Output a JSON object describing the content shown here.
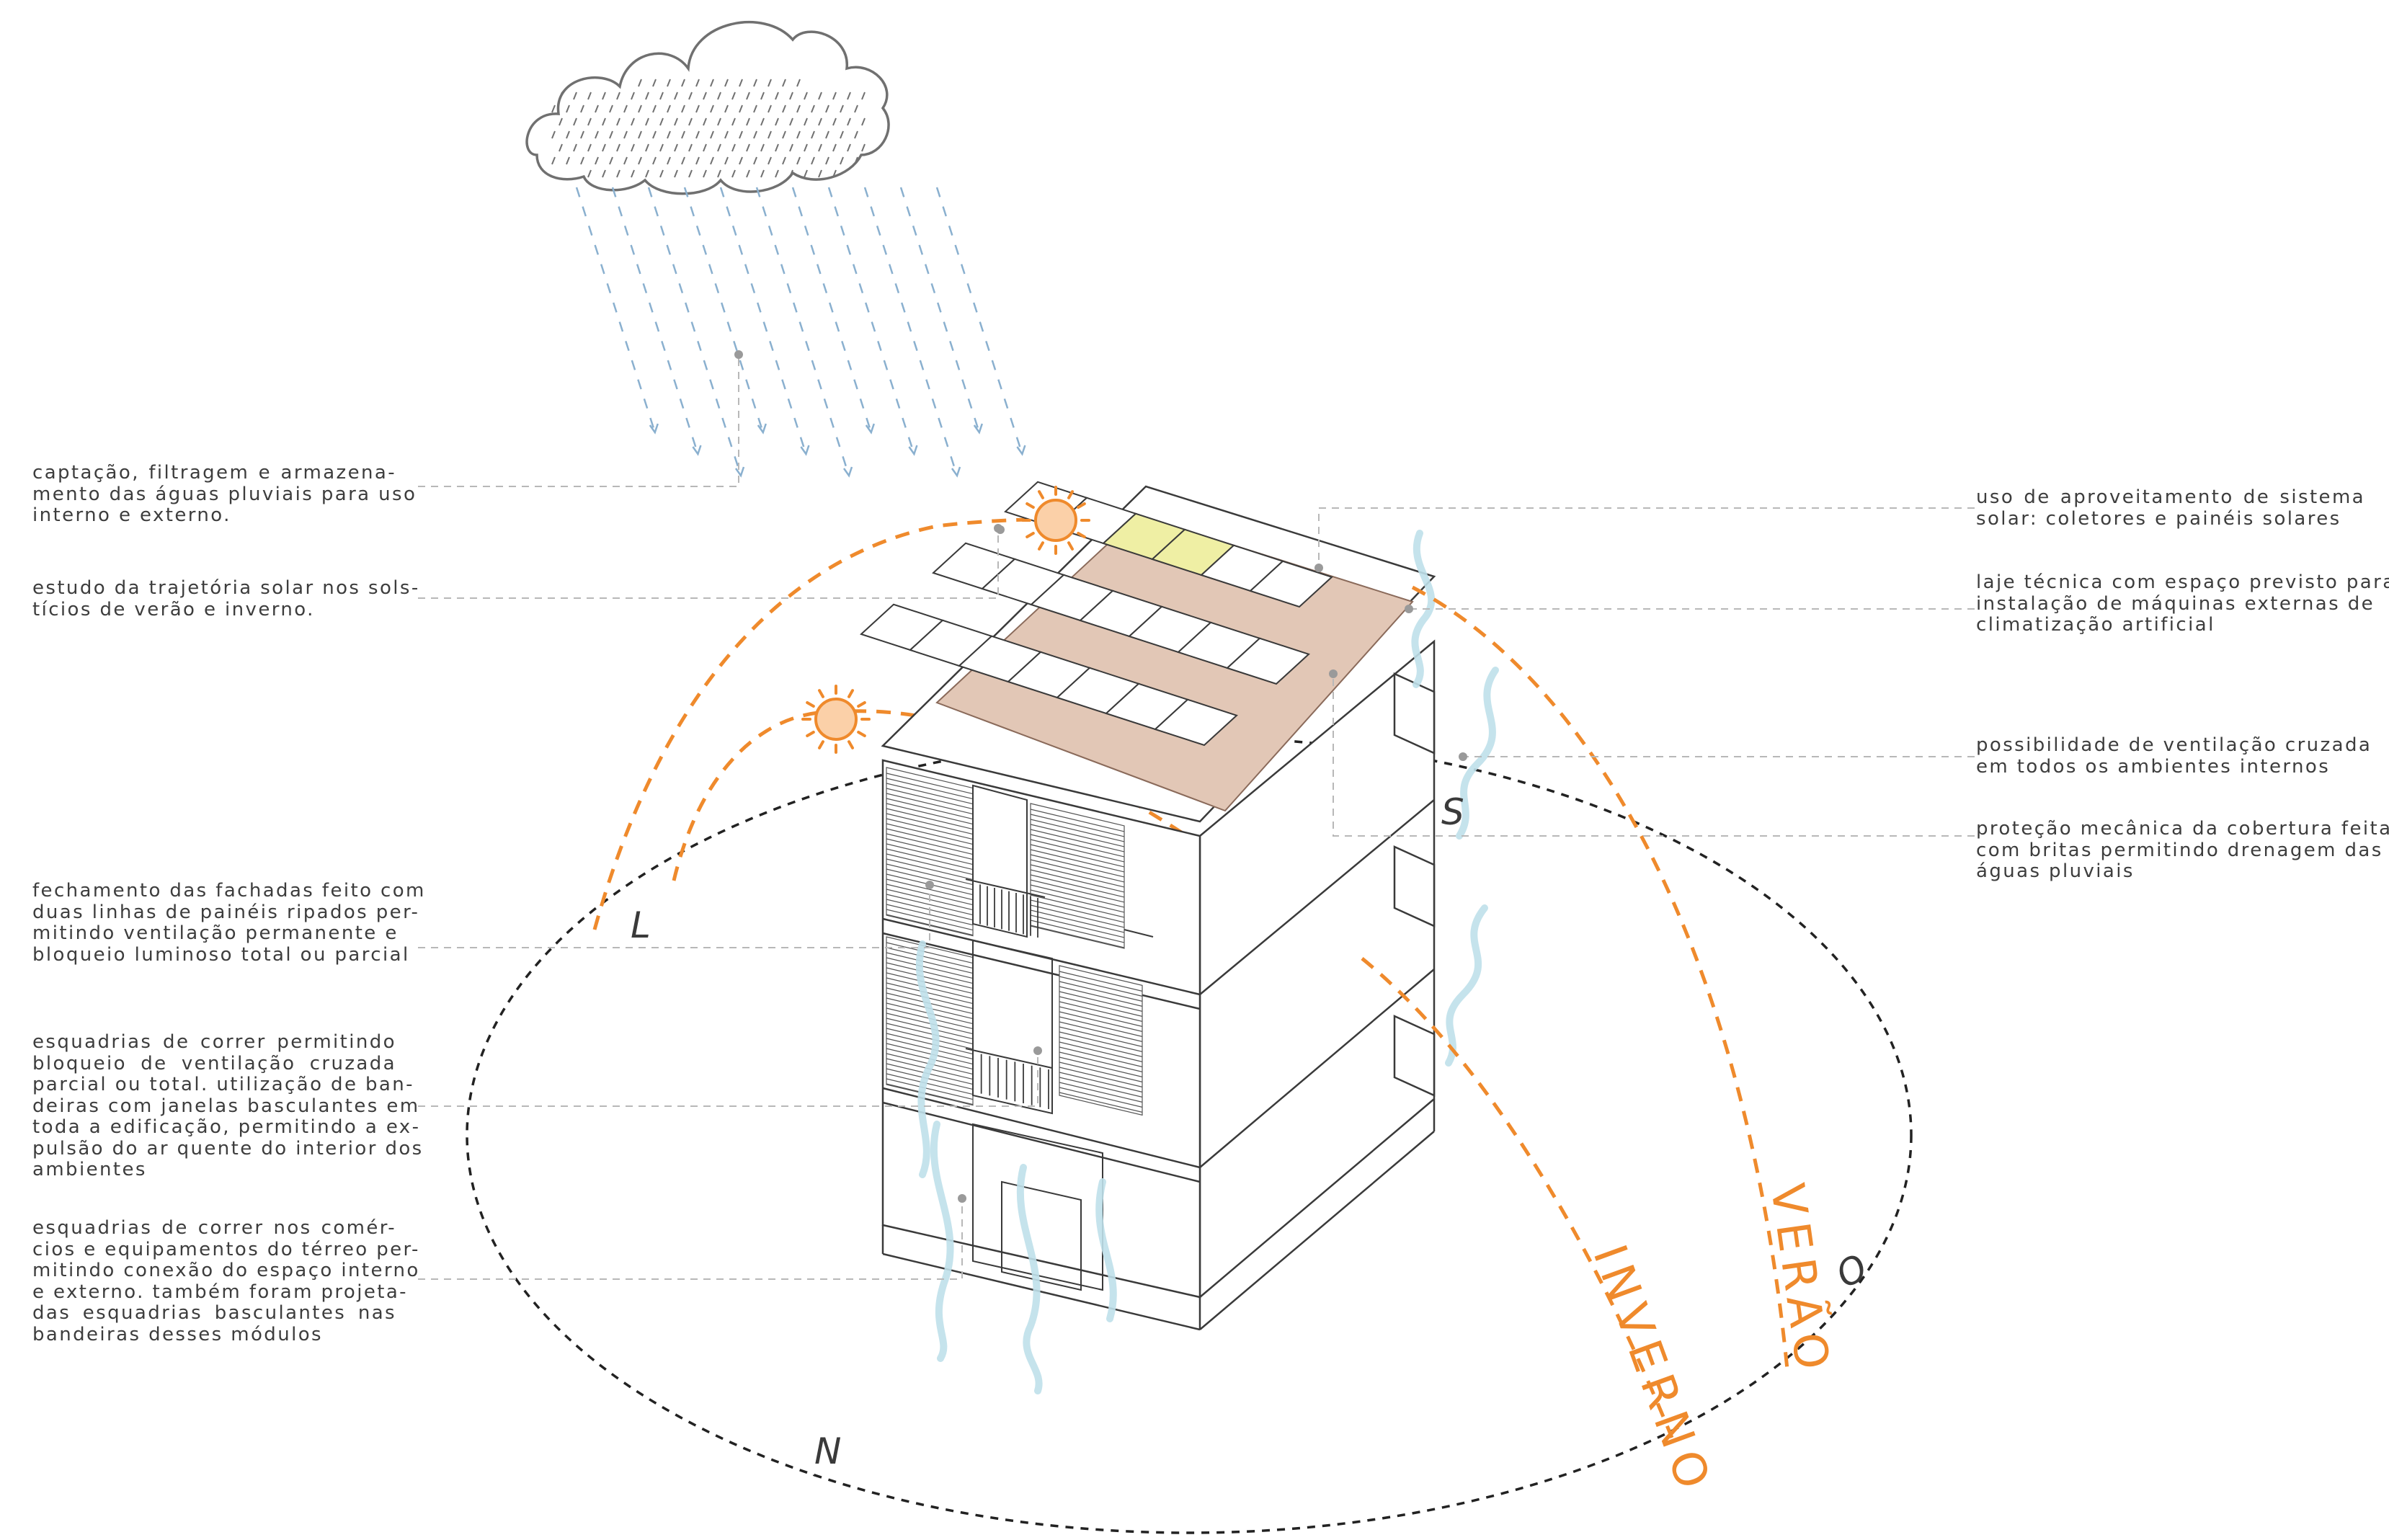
{
  "colors": {
    "sun_path": "#ef8a2c",
    "sun_fill": "#fbd0a8",
    "rain": "#8ab0cf",
    "wind": "#c5e4ec",
    "solar_highlight": "#efefa4",
    "roof_slab": "#e2c7b6",
    "leader": "#b8b8b8",
    "text": "#3d3d3d"
  },
  "left_notes": [
    {
      "lines": [
        "captação, filtragem e armazena-",
        "mento das águas pluviais para uso",
        "interno e externo."
      ]
    },
    {
      "lines": [
        "estudo da trajetória solar nos sols-",
        "tícios de verão e inverno."
      ]
    },
    {
      "lines": [
        "fechamento das fachadas feito com",
        "duas linhas de painéis ripados per-",
        "mitindo ventilação permanente e",
        "bloqueio luminoso total ou parcial"
      ]
    },
    {
      "lines": [
        "esquadrias de correr permitindo",
        "bloqueio de ventilação cruzada",
        "parcial ou total. utilização de ban-",
        "deiras com janelas basculantes em",
        "toda a edificação, permitindo a ex-",
        "pulsão do ar quente do interior dos",
        "ambientes"
      ]
    },
    {
      "lines": [
        "esquadrias de correr nos comér-",
        "cios e equipamentos do térreo per-",
        "mitindo conexão do espaço interno",
        "e externo. também foram projeta-",
        "das esquadrias basculantes nas",
        "bandeiras desses módulos"
      ]
    }
  ],
  "right_notes": [
    {
      "lines": [
        "uso de aproveitamento de sistema",
        "solar: coletores e painéis solares"
      ]
    },
    {
      "lines": [
        "laje técnica com espaço previsto para",
        "instalação de máquinas externas de",
        "climatização artificial"
      ]
    },
    {
      "lines": [
        "possibilidade de ventilação cruzada",
        "em todos os ambientes internos"
      ]
    },
    {
      "lines": [
        "proteção mecânica da cobertura feita",
        "com britas permitindo drenagem das",
        "águas pluviais"
      ]
    }
  ],
  "compass": {
    "east": "L",
    "south": "S",
    "west": "O",
    "north": "N"
  },
  "seasons": {
    "winter": "INVERNO",
    "summer": "VERÃO"
  },
  "icons": [
    "cloud-icon",
    "rain-icon",
    "sun-icon",
    "wind-icon"
  ]
}
